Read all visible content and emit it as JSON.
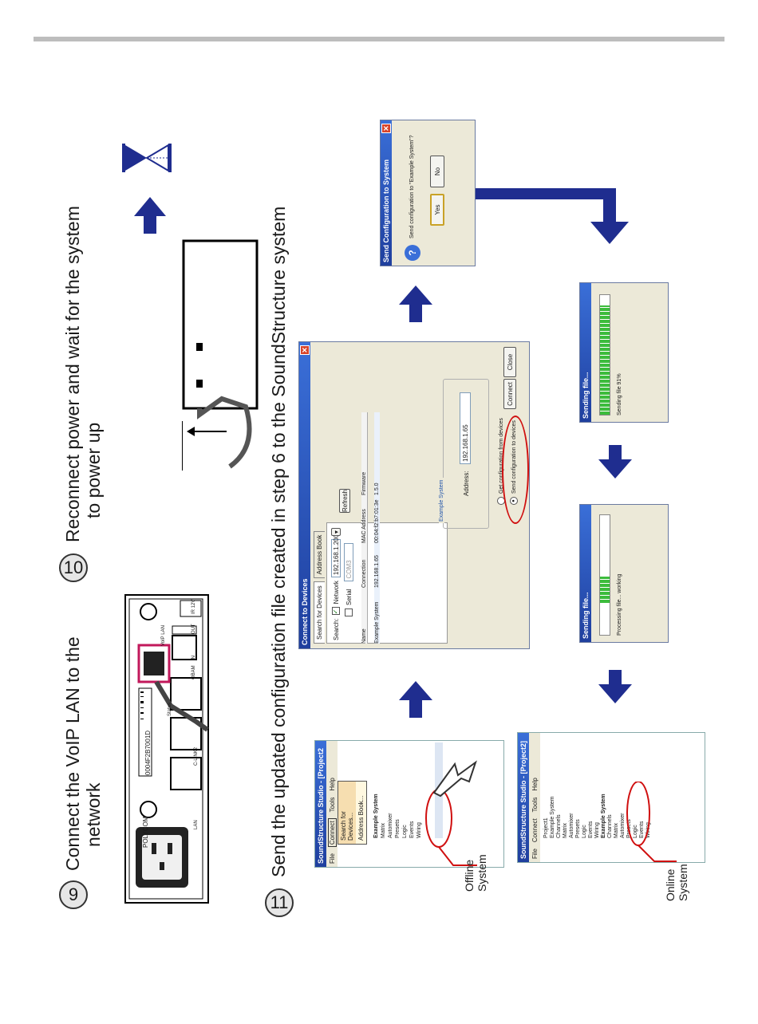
{
  "step9": {
    "number": "9",
    "line1": "Connect the VoIP LAN to the",
    "line2": "network"
  },
  "step10": {
    "number": "10",
    "line1": "Reconnect power and wait for the system",
    "line2": "to power up"
  },
  "step11": {
    "number": "11",
    "text": "Send the updated configuration file created in step 6 to the SoundStructure system"
  },
  "device": {
    "brand": "POLYCOM",
    "serial": "0004F2B7001D",
    "port_labels": [
      "LAN",
      "C-LINK2",
      "VoIP LAN",
      "Status",
      "OBAM",
      "IN",
      "OUT",
      "IR 12V"
    ]
  },
  "studio_offline": {
    "title": "SoundStructure Studio - [Project2",
    "menu": [
      "File",
      "Connect",
      "Tools",
      "Help"
    ],
    "dropdown": [
      "Search for Devices...",
      "Address Book..."
    ],
    "tree": [
      "Example System",
      "Matrix",
      "Automixer",
      "Presets",
      "Logic",
      "Events",
      "Wiring"
    ],
    "caption_line1": "Offline",
    "caption_line2": "System"
  },
  "studio_online": {
    "title": "SoundStructure Studio - [Project2]",
    "menu": [
      "File",
      "Connect",
      "Tools",
      "Help"
    ],
    "tree": [
      "Project1",
      "Example System",
      "Channels",
      "Matrix",
      "Automixer",
      "Presets",
      "Logic",
      "Events",
      "Wiring",
      "Example System",
      "Channels",
      "Matrix",
      "Automixer",
      "Presets",
      "Logic",
      "Events",
      "Wiring"
    ],
    "caption_line1": "Online",
    "caption_line2": "System"
  },
  "connect_dialog": {
    "title": "Connect to Devices",
    "tabs": [
      "Search for Devices",
      "Address Book"
    ],
    "search_label": "Search:",
    "network_label": "Network",
    "network_ip": "192.168.1.200",
    "serial_label": "Serial",
    "serial_port": "COM3",
    "refresh_label": "Refresh",
    "columns": [
      "Name",
      "Connection",
      "MAC Address",
      "Firmware"
    ],
    "row": {
      "name": "Example System",
      "connection": "192.168.1.65",
      "mac": "00:04:f2:b7:01:3e",
      "firmware": "1.5.0"
    },
    "group_title": "Example System",
    "address_label": "Address:",
    "address_value": "192.168.1.65",
    "option_get": "Get configuration from devices",
    "option_send": "Send configuration to devices",
    "connect_label": "Connect",
    "close_label": "Close"
  },
  "send_dialog": {
    "title": "Send Configuration to System",
    "question": "Send configuration to \"Example System\"?",
    "yes": "Yes",
    "no": "No"
  },
  "sending_1": {
    "title": "Sending file...",
    "status": "Processing file... working",
    "progress": 0.22
  },
  "sending_2": {
    "title": "Sending file...",
    "status": "Sending file 91%",
    "progress": 0.91
  },
  "colors": {
    "arrow": "#1f2d8f",
    "highlight_box": "#c2185b",
    "callout": "#d01010",
    "title_bar": "#2b55c4"
  }
}
